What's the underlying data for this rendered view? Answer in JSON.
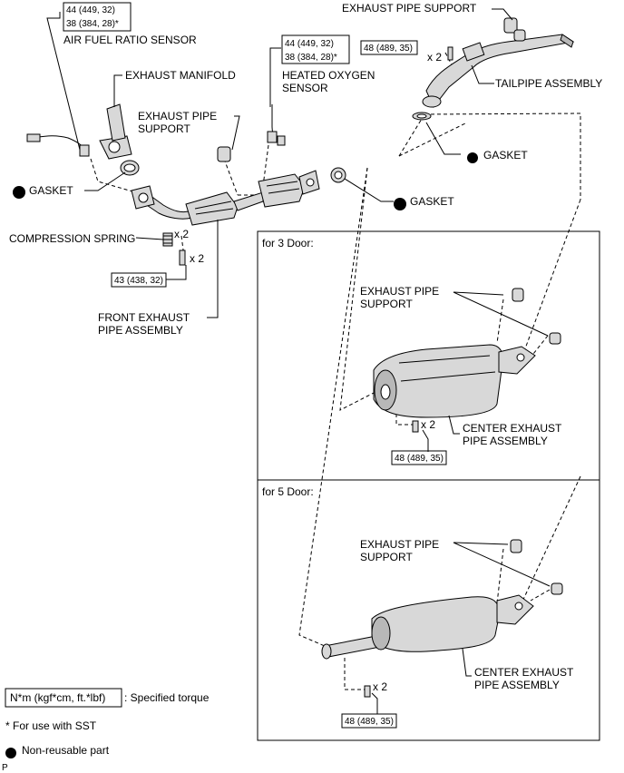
{
  "labels": {
    "exhaust_pipe_support_top": "EXHAUST PIPE SUPPORT",
    "tailpipe_assembly": "TAILPIPE ASSEMBLY",
    "gasket_tailpipe": "GASKET",
    "air_fuel_ratio_sensor": "AIR FUEL RATIO SENSOR",
    "exhaust_manifold": "EXHAUST MANIFOLD",
    "exhaust_pipe_support_front_l1": "EXHAUST PIPE",
    "exhaust_pipe_support_front_l2": "SUPPORT",
    "heated_oxygen_sensor_l1": "HEATED OXYGEN",
    "heated_oxygen_sensor_l2": "SENSOR",
    "gasket_front": "GASKET",
    "gasket_center": "GASKET",
    "compression_spring": "COMPRESSION SPRING",
    "front_exhaust_pipe_l1": "FRONT EXHAUST",
    "front_exhaust_pipe_l2": "PIPE ASSEMBLY",
    "door3_title": "for 3 Door:",
    "door3_support_l1": "EXHAUST PIPE",
    "door3_support_l2": "SUPPORT",
    "door3_center_l1": "CENTER EXHAUST",
    "door3_center_l2": "PIPE ASSEMBLY",
    "door5_title": "for 5 Door:",
    "door5_support_l1": "EXHAUST PIPE",
    "door5_support_l2": "SUPPORT",
    "door5_center_l1": "CENTER EXHAUST",
    "door5_center_l2": "PIPE ASSEMBLY"
  },
  "quantities": {
    "tailpipe_bolts": "x 2",
    "compression_spring": "x 2",
    "front_pipe_bolts": "x 2",
    "door3_bolts": "x 2",
    "door5_bolts": "x 2"
  },
  "torques": {
    "af_sensor_l1": "44 (449, 32)",
    "af_sensor_l2": "38 (384, 28)*",
    "ho2_sensor_l1": "44 (449, 32)",
    "ho2_sensor_l2": "38 (384, 28)*",
    "tailpipe": "48 (489, 35)",
    "front_pipe": "43 (438, 32)",
    "door3_center": "48 (489, 35)",
    "door5_center": "48 (489, 35)"
  },
  "legend": {
    "torque_unit": "N*m (kgf*cm, ft.*lbf)",
    "torque_desc": ": Specified torque",
    "sst_note": "* For use with SST",
    "nonreusable": "Non-reusable part",
    "corner_mark": "P"
  }
}
